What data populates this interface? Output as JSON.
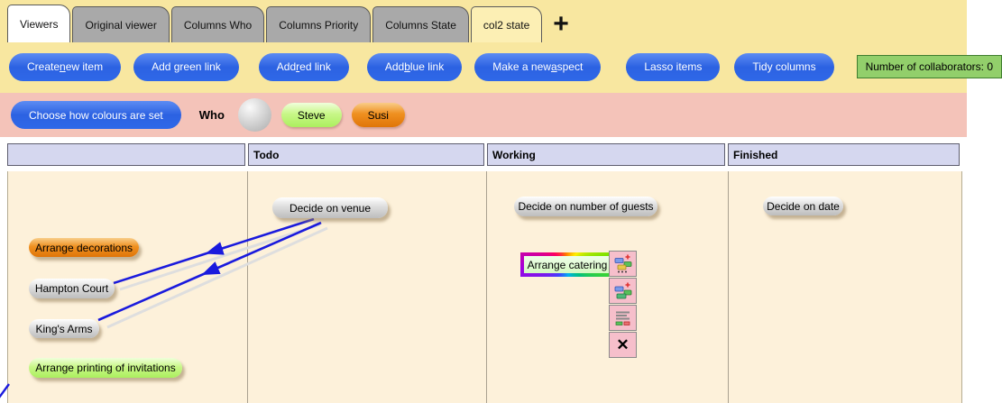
{
  "tabs": {
    "items": [
      {
        "label": "Viewers",
        "state": "active"
      },
      {
        "label": "Original viewer",
        "state": "inactive"
      },
      {
        "label": "Columns Who",
        "state": "inactive"
      },
      {
        "label": "Columns Priority",
        "state": "inactive"
      },
      {
        "label": "Columns State",
        "state": "inactive"
      },
      {
        "label": "col2 state",
        "state": "highlighted"
      }
    ],
    "add_button": "+"
  },
  "toolbar": {
    "buttons": [
      {
        "pre": "Create ",
        "u": "n",
        "post": "ew item"
      },
      {
        "pre": "Add green link",
        "u": "",
        "post": ""
      },
      {
        "pre": "Add ",
        "u": "r",
        "post": "ed link"
      },
      {
        "pre": "Add ",
        "u": "b",
        "post": "lue link"
      },
      {
        "pre": "Make a new ",
        "u": "a",
        "post": "spect"
      },
      {
        "pre": "Lasso items",
        "u": "",
        "post": ""
      },
      {
        "pre": "Tidy columns",
        "u": "",
        "post": ""
      }
    ],
    "collaborators_label": "Number of collaborators: 0"
  },
  "colour_bar": {
    "choose_button": "Choose how colours are set",
    "who_label": "Who",
    "legend": [
      {
        "name": "",
        "color": "#c0c0c0",
        "shape": "circle"
      },
      {
        "name": "Steve",
        "color": "#bdf478",
        "shape": "pill"
      },
      {
        "name": "Susi",
        "color": "#ec8b1a",
        "shape": "pill"
      }
    ]
  },
  "columns": [
    {
      "title": ""
    },
    {
      "title": "Todo"
    },
    {
      "title": "Working"
    },
    {
      "title": "Finished"
    }
  ],
  "items": [
    {
      "label": "Decide on venue",
      "column": "Todo",
      "color": "gray"
    },
    {
      "label": "Arrange decorations",
      "column": "",
      "color": "orange"
    },
    {
      "label": "Hampton Court",
      "column": "",
      "color": "gray"
    },
    {
      "label": "King's Arms",
      "column": "",
      "color": "gray"
    },
    {
      "label": "Arrange printing of invitations",
      "column": "",
      "color": "green"
    },
    {
      "label": "Decide on number of guests",
      "column": "Working",
      "color": "gray"
    },
    {
      "label": "Arrange catering",
      "column": "Working",
      "color": "green",
      "selected": true
    },
    {
      "label": "Decide on date",
      "column": "Finished",
      "color": "gray"
    }
  ],
  "links": [
    {
      "from": "Decide on venue",
      "to": "Hampton Court",
      "color": "#1a1add"
    },
    {
      "from": "Decide on venue",
      "to": "King's Arms",
      "color": "#1a1add"
    }
  ],
  "item_menu": {
    "icons": [
      "edit-item-icon",
      "add-aspect-icon",
      "item-details-icon",
      "delete-icon"
    ],
    "delete_glyph": "✕"
  },
  "colors": {
    "topbar_bg": "#f8e7a0",
    "pinkbar_bg": "#f4c3b9",
    "header_bg": "#d5d7ef",
    "board_bg": "#fdf1da",
    "button_blue": "#2f68e8",
    "collab_green": "#92cf6b"
  }
}
